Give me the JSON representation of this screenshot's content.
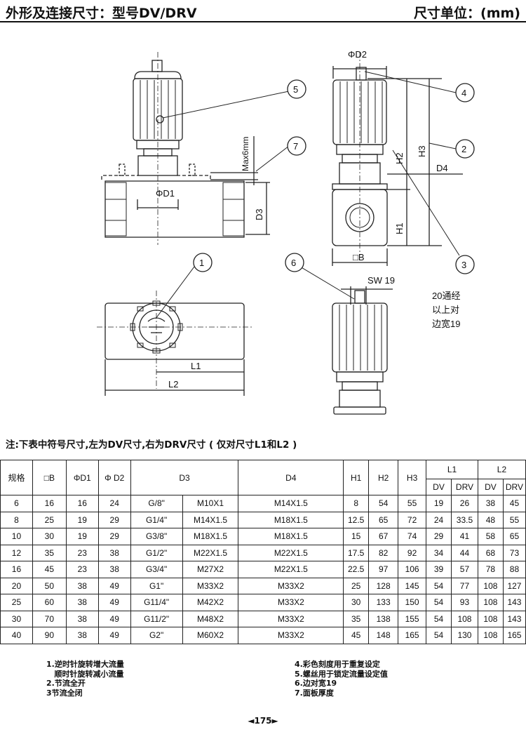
{
  "header": {
    "title": "外形及连接尺寸：型号DV/DRV",
    "unit": "尺寸单位：(mm)"
  },
  "drawing": {
    "dims": {
      "d2": "ΦD2",
      "d1": "ΦD1",
      "d3": "D3",
      "d4": "D4",
      "h1": "H1",
      "h2": "H2",
      "h3": "H3",
      "b": "□B",
      "l1": "L1",
      "l2": "L2",
      "max6": "Max6mm",
      "sw19": "SW  19"
    },
    "callouts": [
      "1",
      "2",
      "3",
      "4",
      "5",
      "6",
      "7"
    ],
    "note_sw": [
      "20通经",
      "以上对",
      "边宽19"
    ]
  },
  "note": "注:下表中符号尺寸,左为DV尺寸,右为DRV尺寸 ( 仅对尺寸L1和L2 )",
  "table": {
    "headers": {
      "spec": "规格",
      "b": "□B",
      "d1": "ΦD1",
      "d2": "Φ D2",
      "d3": "D3",
      "d4": "D4",
      "h1": "H1",
      "h2": "H2",
      "h3": "H3",
      "l1": "L1",
      "l2": "L2",
      "dv": "DV",
      "drv": "DRV"
    },
    "rows": [
      [
        "6",
        "16",
        "16",
        "24",
        "G/8\"",
        "M10X1",
        "M14X1.5",
        "8",
        "54",
        "55",
        "19",
        "26",
        "38",
        "45"
      ],
      [
        "8",
        "25",
        "19",
        "29",
        "G1/4\"",
        "M14X1.5",
        "M18X1.5",
        "12.5",
        "65",
        "72",
        "24",
        "33.5",
        "48",
        "55"
      ],
      [
        "10",
        "30",
        "19",
        "29",
        "G3/8\"",
        "M18X1.5",
        "M18X1.5",
        "15",
        "67",
        "74",
        "29",
        "41",
        "58",
        "65"
      ],
      [
        "12",
        "35",
        "23",
        "38",
        "G1/2\"",
        "M22X1.5",
        "M22X1.5",
        "17.5",
        "82",
        "92",
        "34",
        "44",
        "68",
        "73"
      ],
      [
        "16",
        "45",
        "23",
        "38",
        "G3/4\"",
        "M27X2",
        "M22X1.5",
        "22.5",
        "97",
        "106",
        "39",
        "57",
        "78",
        "88"
      ],
      [
        "20",
        "50",
        "38",
        "49",
        "G1\"",
        "M33X2",
        "M33X2",
        "25",
        "128",
        "145",
        "54",
        "77",
        "108",
        "127"
      ],
      [
        "25",
        "60",
        "38",
        "49",
        "G11/4\"",
        "M42X2",
        "M33X2",
        "30",
        "133",
        "150",
        "54",
        "93",
        "108",
        "143"
      ],
      [
        "30",
        "70",
        "38",
        "49",
        "G11/2\"",
        "M48X2",
        "M33X2",
        "35",
        "138",
        "155",
        "54",
        "108",
        "108",
        "143"
      ],
      [
        "40",
        "90",
        "38",
        "49",
        "G2\"",
        "M60X2",
        "M33X2",
        "45",
        "148",
        "165",
        "54",
        "130",
        "108",
        "165"
      ]
    ]
  },
  "legend": {
    "left": [
      "1.逆时针旋转增大流量",
      "   顺时针旋转减小流量",
      "2.节流全开",
      "3节流全闭"
    ],
    "right": [
      "4.彩色刻度用于重复设定",
      "5.螺丝用于锁定流量设定值",
      "6.边对宽19",
      "7.面板厚度"
    ]
  },
  "page_number": "◄175►",
  "colors": {
    "ink": "#111111",
    "line": "#222222"
  }
}
